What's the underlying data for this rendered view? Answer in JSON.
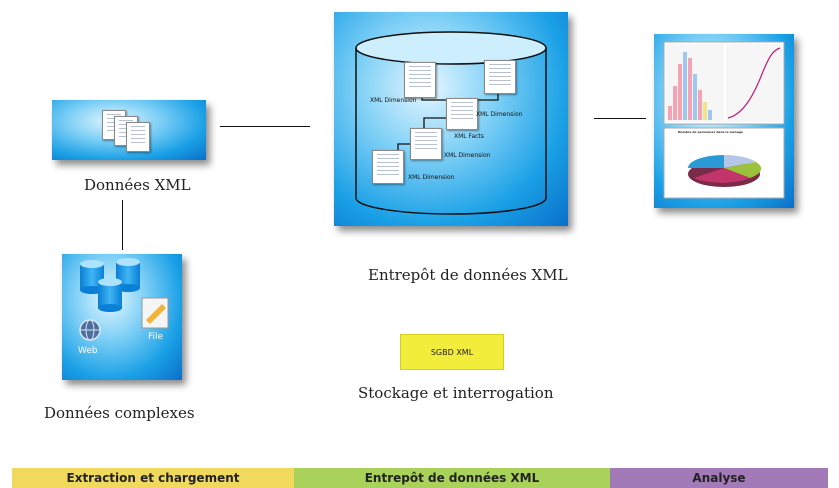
{
  "captions": {
    "xml_data": "Données XML",
    "complex_data": "Données complexes",
    "warehouse": "Entrepôt de données XML",
    "storage": "Stockage et interrogation"
  },
  "sgbd_label": "SGBD XML",
  "cylinder_labels": {
    "dim1": "XML Dimension",
    "dim2": "XML Dimension",
    "facts": "XML Facts",
    "dim3": "XML Dimension",
    "dim4": "XML Dimension"
  },
  "complex_icons": {
    "web": "Web",
    "file": "File"
  },
  "analysis_chart_title": "Nombre de personnes dans le ménage",
  "phases": [
    {
      "label": "Extraction et chargement",
      "color": "#f0d95c"
    },
    {
      "label": "Entrepôt de données XML",
      "color": "#a8d25a"
    },
    {
      "label": "Analyse",
      "color": "#a27ab8"
    }
  ]
}
